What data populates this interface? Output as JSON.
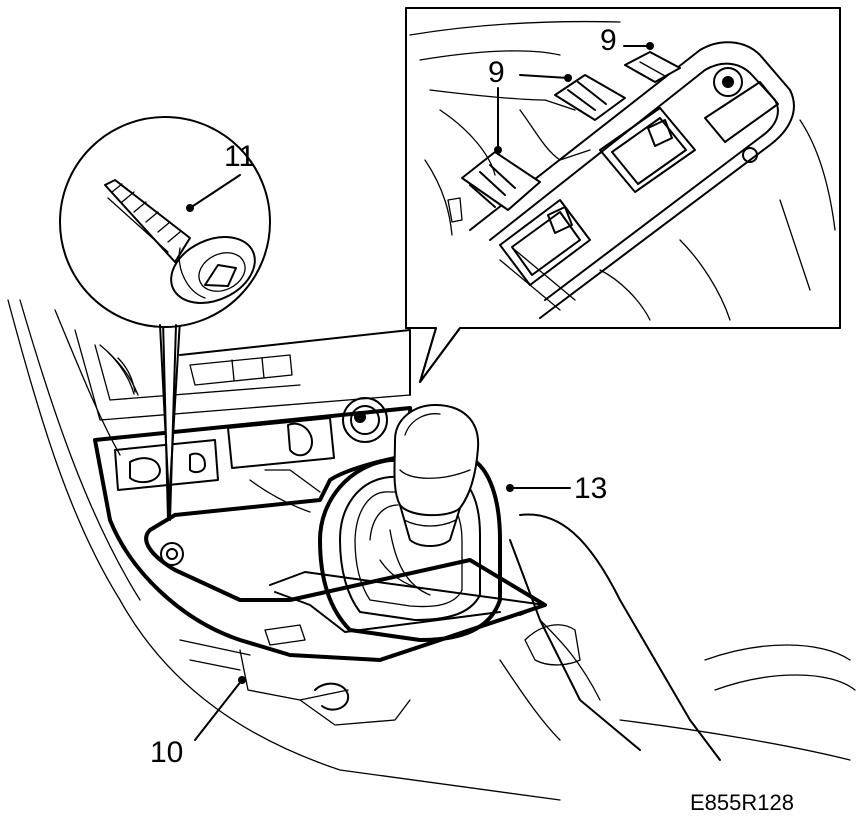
{
  "diagram": {
    "callouts": {
      "screw": "11",
      "gear_knob_boot": "13",
      "console_panel": "10",
      "clip_upper": "9",
      "clip_lower": "9"
    },
    "figure_code": "E855R128"
  }
}
